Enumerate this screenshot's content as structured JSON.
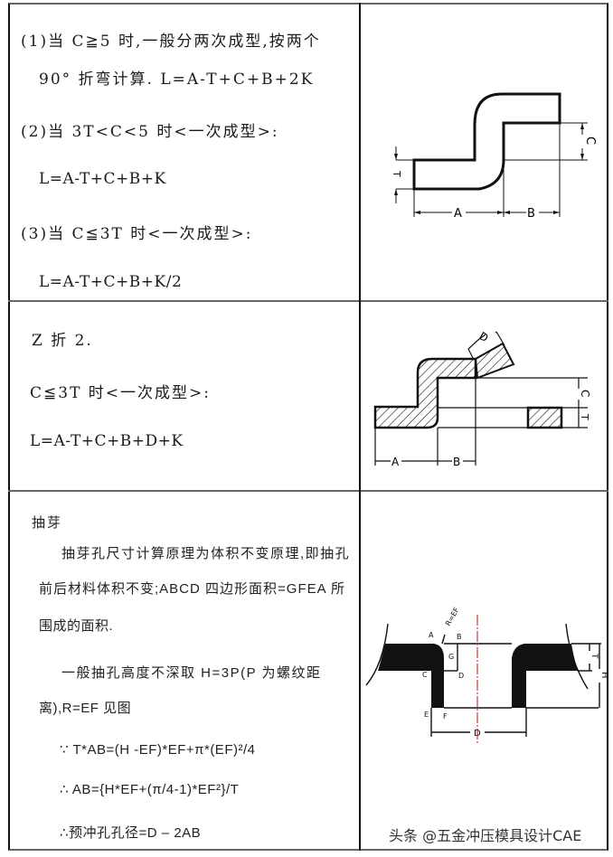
{
  "row1": {
    "line1": "(1)当  C≧5  时,一般分两次成型,按两个",
    "line2": "90°  折弯计算.    L=A-T+C+B+2K",
    "line3": "(2)当  3T<C<5 时<一次成型>:",
    "line4": "L=A-T+C+B+K",
    "line5": "(3)当  C≦3T  时<一次成型>:",
    "line6": "L=A-T+C+B+K/2",
    "diagram": {
      "labels": {
        "a": "A",
        "b": "B",
        "c": "C",
        "t": "T"
      }
    }
  },
  "row2": {
    "line1": "Z 折 2.",
    "line2": "C≦3T 时<一次成型>:",
    "line3": "L=A-T+C+B+D+K",
    "diagram": {
      "labels": {
        "a": "A",
        "b": "B",
        "c": "C",
        "t": "T",
        "d": "D"
      }
    }
  },
  "row3": {
    "title": "抽芽",
    "para1_line1": "抽芽孔尺寸计算原理为体积不变原理,即抽孔",
    "para1_line2": "前后材料体积不变;ABCD 四边形面积=GFEA 所",
    "para1_line3": "围成的面积.",
    "para2_line1": "一般抽孔高度不深取  H=3P(P  为螺纹距",
    "para2_line2": "离),R=EF 见图",
    "formula1": "∵  T*AB=(H -EF)*EF+π*(EF)²/4",
    "formula2": "∴  AB={H*EF+(π/4-1)*EF²}/T",
    "formula3": "∴预冲孔孔径=D – 2AB",
    "diagram": {
      "labels": {
        "a": "A",
        "b": "B",
        "c": "C",
        "d_point": "D",
        "e": "E",
        "f": "F",
        "g": "G",
        "r": "R=EF",
        "t": "T",
        "h": "H",
        "d_dim": "D"
      },
      "centerline_color": "#e0413f"
    }
  },
  "watermark": "头条 @五金冲压模具设计CAE"
}
